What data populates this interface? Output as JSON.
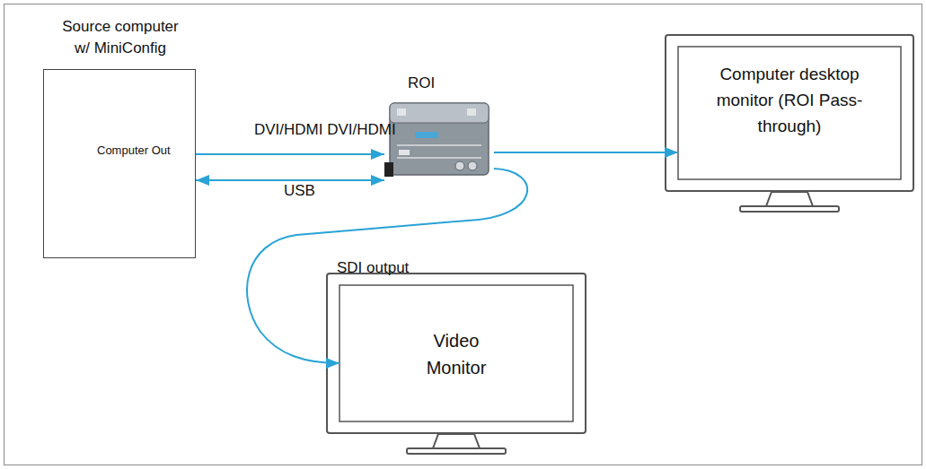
{
  "diagram": {
    "nodes": [
      {
        "text": [
          "Source computer w/ MiniConfig",
          "Computer Out"
        ]
      },
      {
        "text": [
          "ROI"
        ]
      },
      {
        "text": [
          "Computer desktop monitor (ROI Pass-through)"
        ]
      },
      {
        "text": [
          "Video Monitor"
        ]
      }
    ],
    "edges": [
      {
        "from": 0,
        "to": 1,
        "arrow": "to",
        "label": "DVI/HDMI DVI/HDMI"
      },
      {
        "from": 0,
        "to": 1,
        "arrow": "both",
        "label": "USB"
      },
      {
        "from": 1,
        "to": 2,
        "arrow": "to"
      },
      {
        "from": 1,
        "to": 3,
        "arrow": "to",
        "label": "SDI output"
      }
    ]
  }
}
